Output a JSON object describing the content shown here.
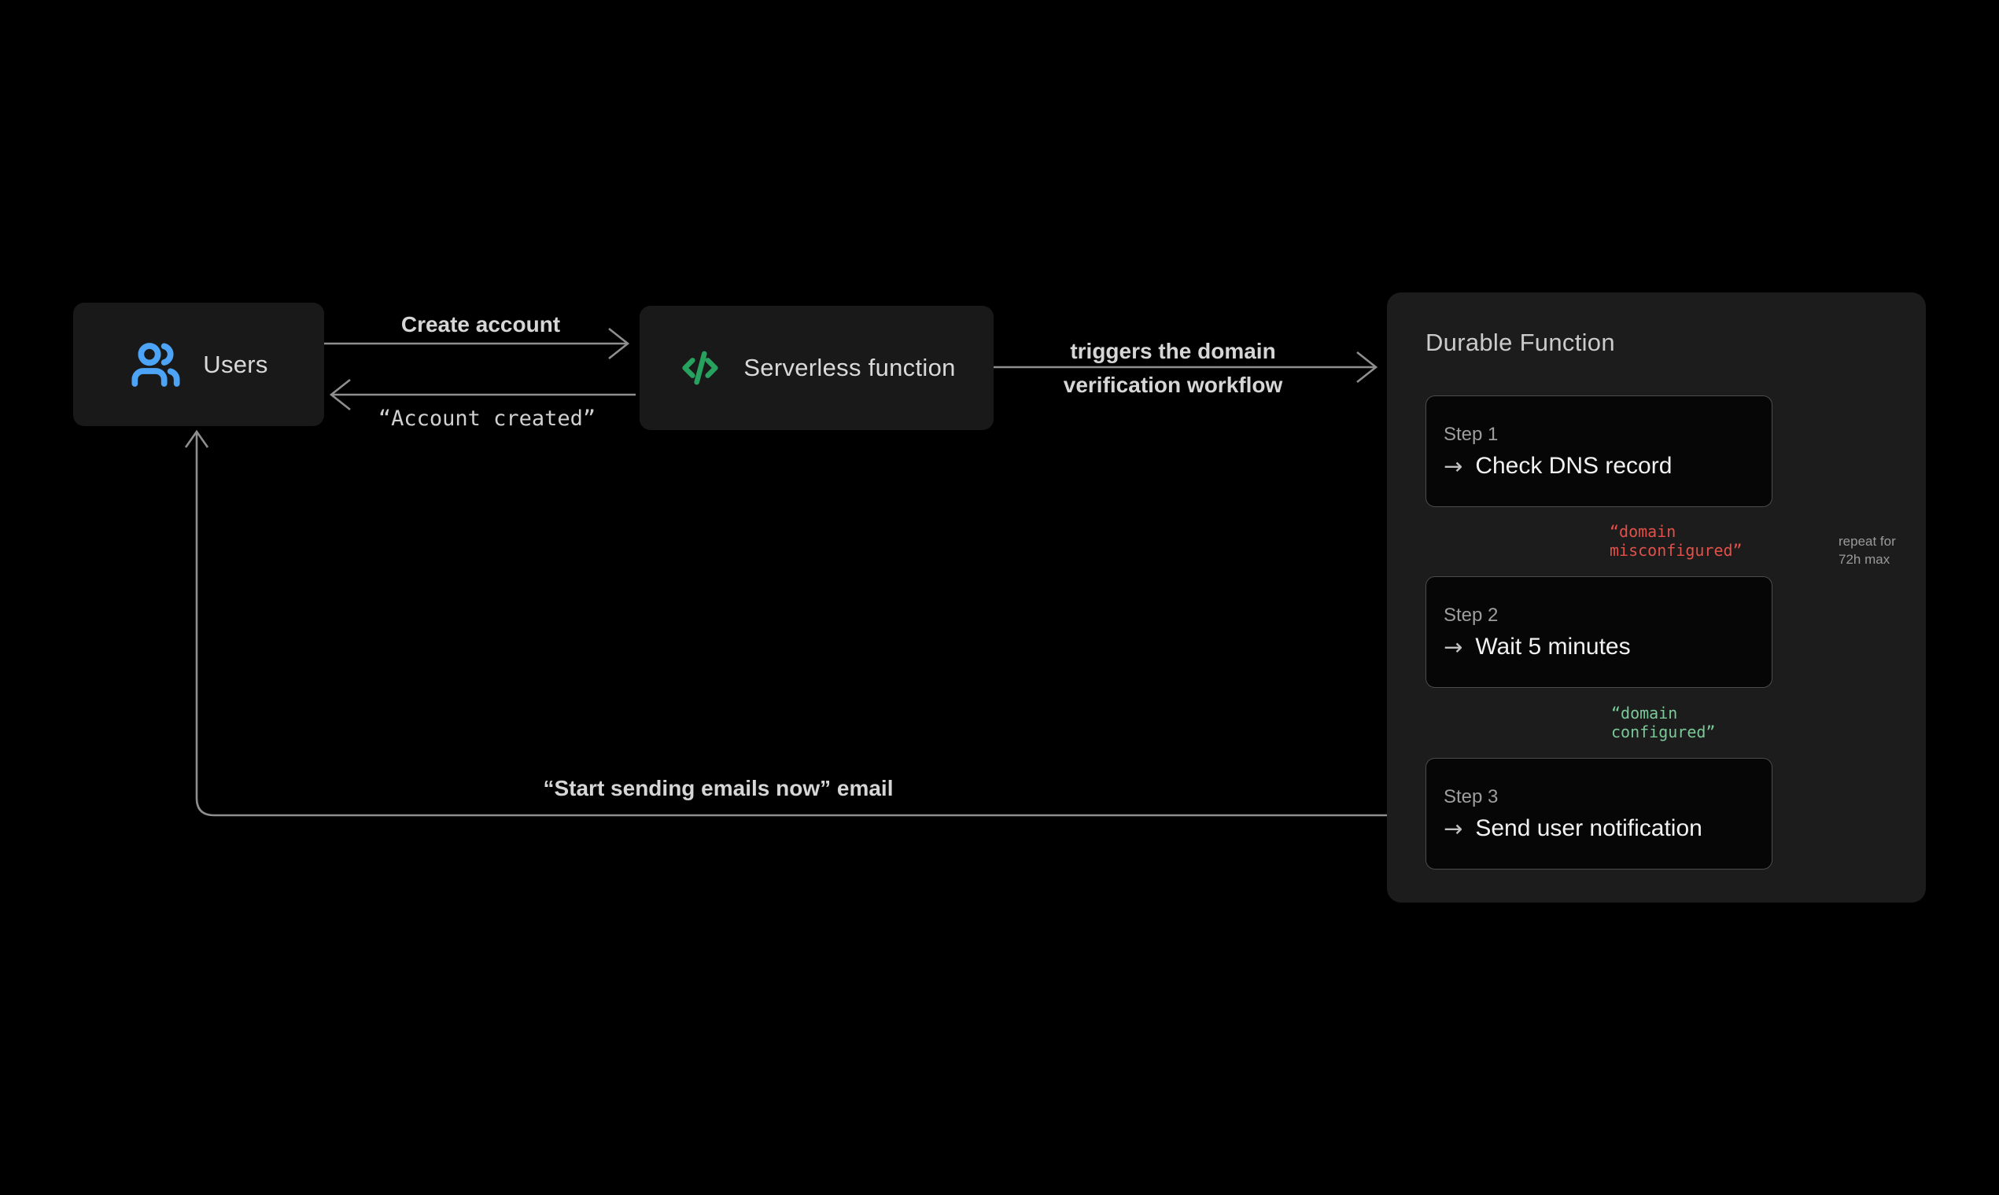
{
  "colors": {
    "background": "#000000",
    "node_fill": "#191919",
    "panel_fill": "#1c1c1c",
    "step_fill": "#060606",
    "step_border": "#4c4c4c",
    "connector_line": "#8e8e8e",
    "accent_blue": "#4da3f5",
    "accent_green": "#27a25e",
    "error_red": "#e25049",
    "success_green": "#7bc999"
  },
  "glyphs": {
    "step_arrow": "→"
  },
  "nodes": {
    "users": {
      "label": "Users",
      "icon": "users-icon"
    },
    "serverless": {
      "label": "Serverless function",
      "icon": "code-icon"
    },
    "durable": {
      "title": "Durable Function",
      "steps": [
        {
          "name": "Step 1",
          "action": "Check DNS record"
        },
        {
          "name": "Step 2",
          "action": "Wait 5 minutes"
        },
        {
          "name": "Step 3",
          "action": "Send user notification"
        }
      ]
    }
  },
  "edges": {
    "create_account": {
      "label": "Create account"
    },
    "account_created": {
      "label": "“Account created”"
    },
    "triggers": {
      "line1": "triggers the domain",
      "line2": "verification workflow"
    },
    "misconfigured": {
      "line1": "“domain",
      "line2": "misconfigured”"
    },
    "configured": {
      "line1": "“domain",
      "line2": "configured”"
    },
    "repeat": {
      "line1": "repeat for",
      "line2": "72h max"
    },
    "start_sending": {
      "label": "“Start sending emails now” email"
    }
  }
}
